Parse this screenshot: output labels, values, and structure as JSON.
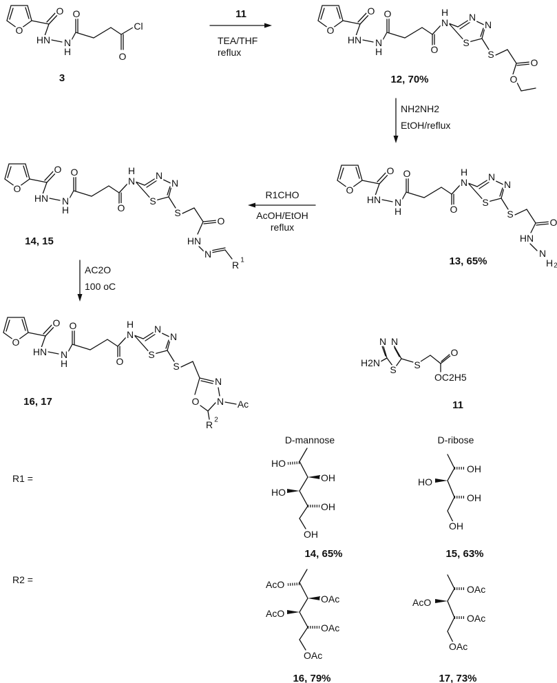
{
  "atoms": {
    "O": "O",
    "N": "N",
    "HN": "HN",
    "H": "H",
    "S": "S",
    "Cl": "Cl",
    "Ac": "Ac",
    "R": "R",
    "sup1": "1",
    "sup2": "2",
    "H2N": "H2N",
    "NH": "NH",
    "OC2H5": "OC2H5"
  },
  "compounds": {
    "c3": "3",
    "c12": "12, 70%",
    "c13": "13, 65%",
    "c14_15": "14, 15",
    "c16_17": "16, 17",
    "c11": "11",
    "c14": "14, 65%",
    "c15": "15, 63%",
    "c16": "16, 79%",
    "c17": "17, 73%"
  },
  "steps": {
    "step1": {
      "reagent": "11",
      "line1": "TEA/THF",
      "line2": "reflux"
    },
    "step2": {
      "line1": "NH2NH2",
      "line2": "EtOH/reflux"
    },
    "step3": {
      "line1": "R1CHO",
      "line2": "AcOH/EtOH",
      "line3": "reflux"
    },
    "step4": {
      "line1": "AC2O",
      "line2": "100 oC"
    }
  },
  "substituents": {
    "r1_label": "R1 =",
    "r2_label": "R2 =",
    "sugar1": "D-mannose",
    "sugar2": "D-ribose",
    "OH": "OH",
    "HO": "HO",
    "OAc": "OAc",
    "AcO": "AcO"
  }
}
